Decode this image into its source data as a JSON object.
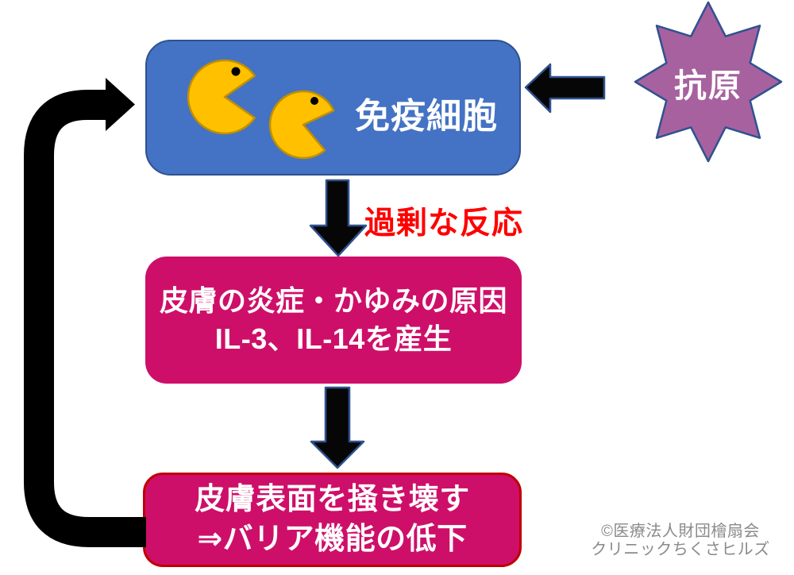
{
  "diagram": {
    "immune_cell_box": {
      "label": "免疫細胞"
    },
    "antigen_star": {
      "label": "抗原"
    },
    "excessive_reaction_label": "過剰な反応",
    "inflammation_box": {
      "line1": "皮膚の炎症・かゆみの原因",
      "line2": "IL-3、IL-14を産生"
    },
    "barrier_box": {
      "line1": "皮膚表面を掻き壊す",
      "line2": "⇒バリア機能の低下"
    },
    "credit": {
      "line1": "©医療法人財団檜扇会",
      "line2": "クリニックちくさヒルズ"
    },
    "colors": {
      "immune_box_fill": "#4472C4",
      "immune_box_border": "#2F528F",
      "magenta_fill": "#CE0F69",
      "barrier_box_border": "#C00000",
      "star_fill": "#A7619F",
      "star_border": "#2F528F",
      "arrow_fill": "#060606",
      "arrow_border": "#2F528F",
      "loop_arrow_fill": "#000000",
      "cell_fill": "#FFC000",
      "cell_stroke": "#BF9000",
      "reaction_text": "#FF0000",
      "credit_text": "#8A8A8A"
    }
  }
}
